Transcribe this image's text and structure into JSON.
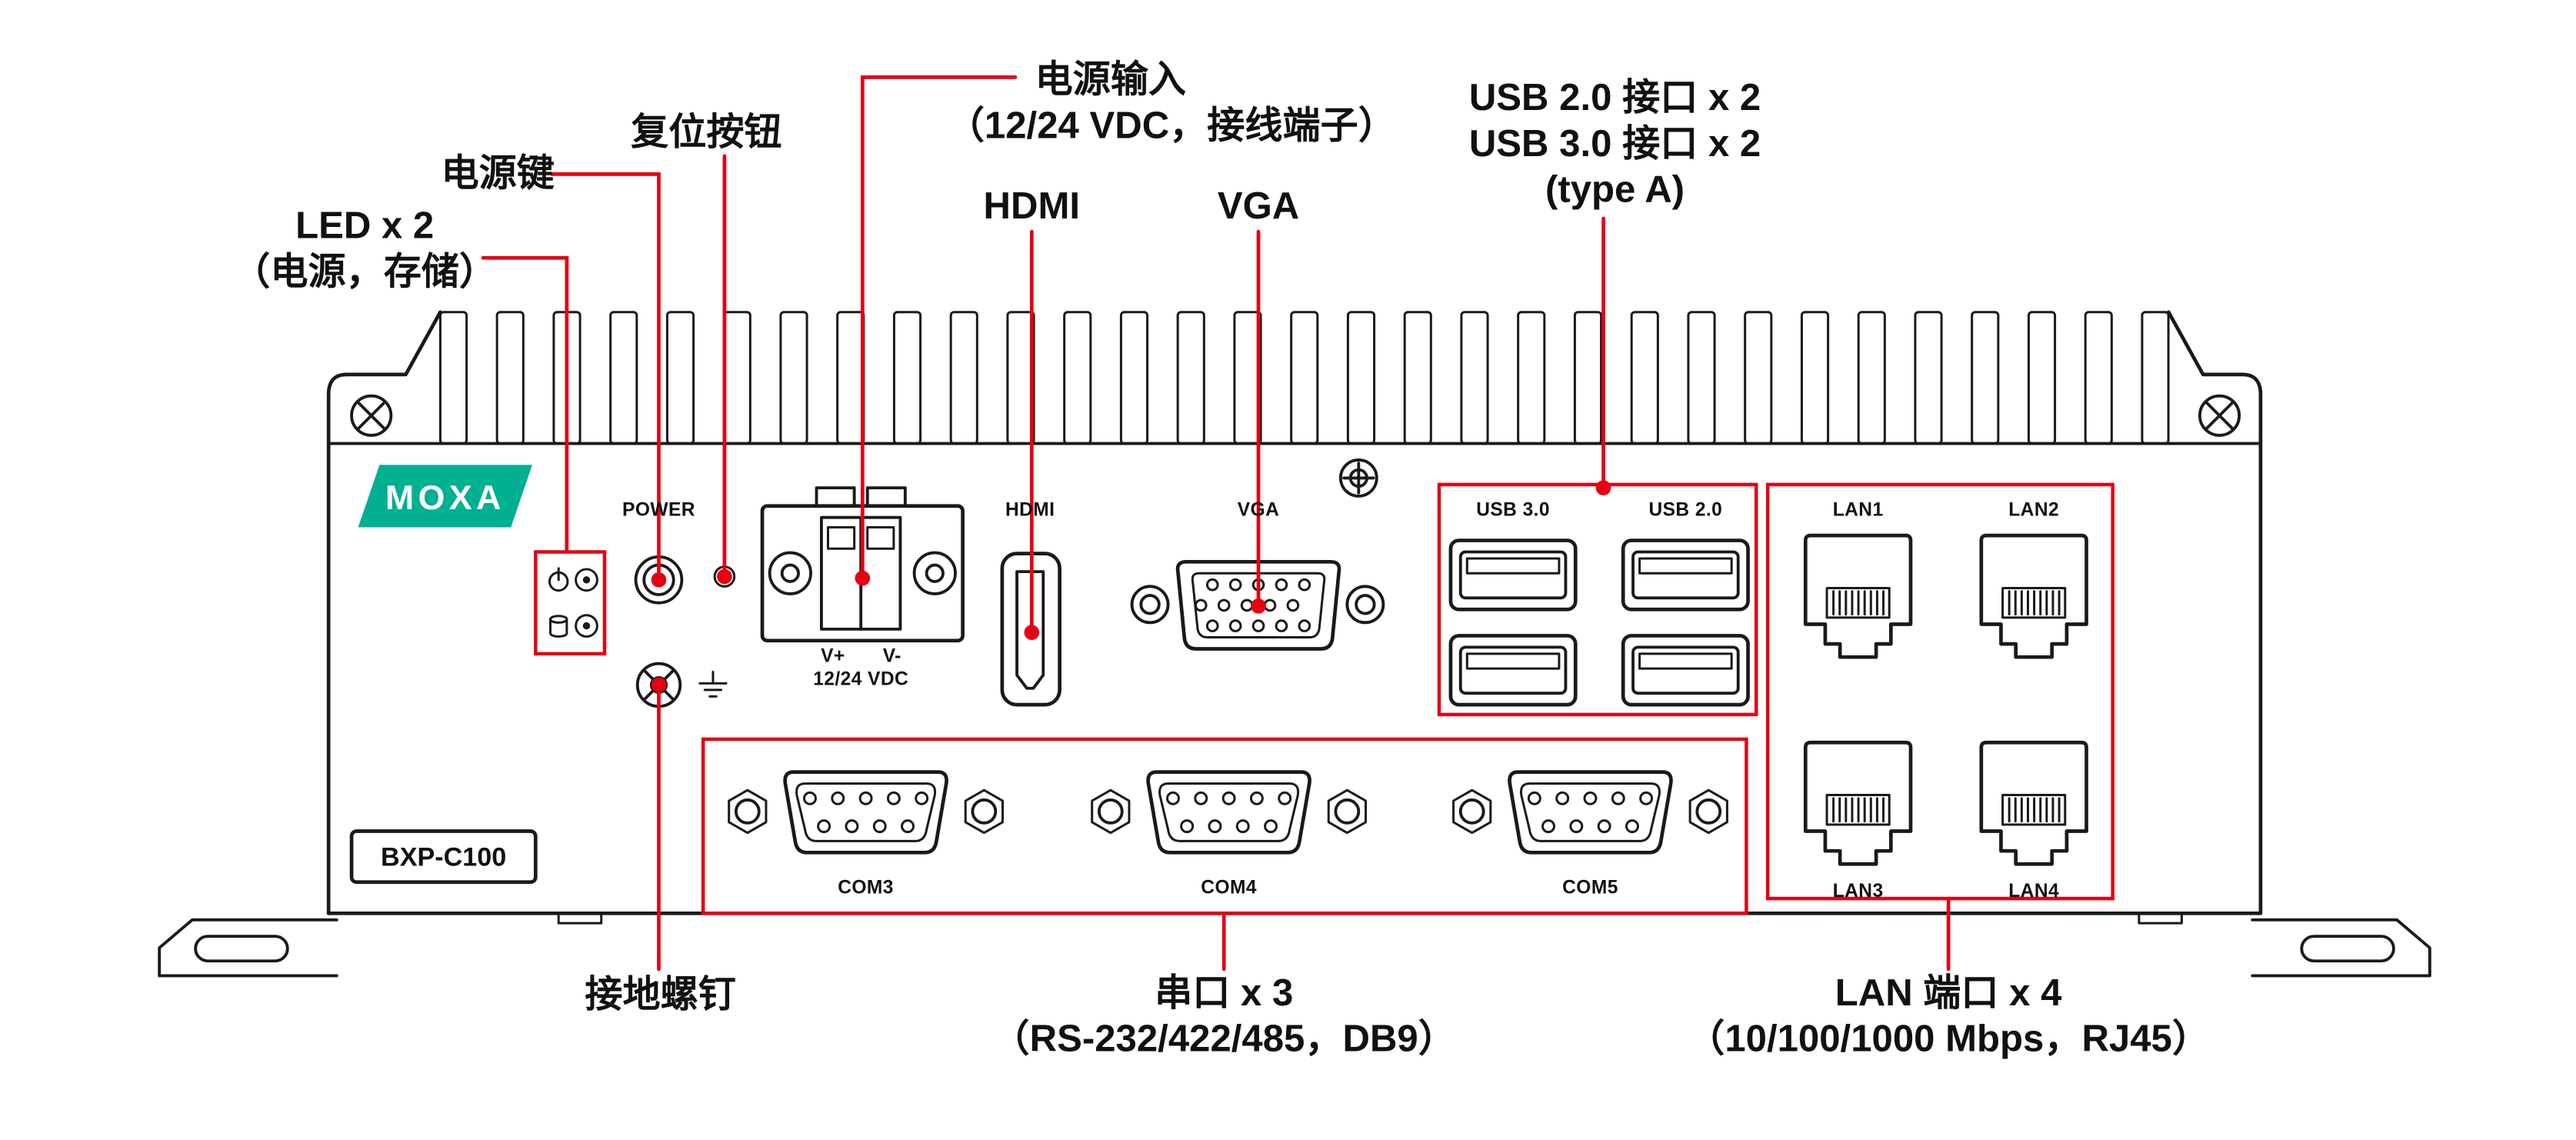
{
  "logo": {
    "text": "MOXA"
  },
  "model_label": "BXP-C100",
  "panel": {
    "power": "POWER",
    "v_plus": "V+",
    "v_minus": "V-",
    "voltage": "12/24 VDC",
    "hdmi": "HDMI",
    "vga": "VGA",
    "usb3": "USB 3.0",
    "usb2": "USB 2.0",
    "lan1": "LAN1",
    "lan2": "LAN2",
    "lan3": "LAN3",
    "lan4": "LAN4",
    "com3": "COM3",
    "com4": "COM4",
    "com5": "COM5"
  },
  "annotations": {
    "led_line1": "LED x 2",
    "led_line2": "（电源，存储）",
    "power_button": "电源键",
    "reset_button": "复位按钮",
    "power_input_line1": "电源输入",
    "power_input_line2": "（12/24 VDC，接线端子）",
    "hdmi": "HDMI",
    "vga": "VGA",
    "usb_line1": "USB 2.0 接口 x 2",
    "usb_line2": "USB 3.0 接口 x 2",
    "usb_line3": "(type A)",
    "ground": "接地螺钉",
    "serial_line1": "串口 x 3",
    "serial_line2": "（RS-232/422/485，DB9）",
    "lan_line1": "LAN 端口 x 4",
    "lan_line2": "（10/100/1000 Mbps，RJ45）"
  },
  "colors": {
    "annotation_red": "#e60012",
    "brand_teal": "#00b091",
    "line_ink": "#1a1a1a"
  }
}
